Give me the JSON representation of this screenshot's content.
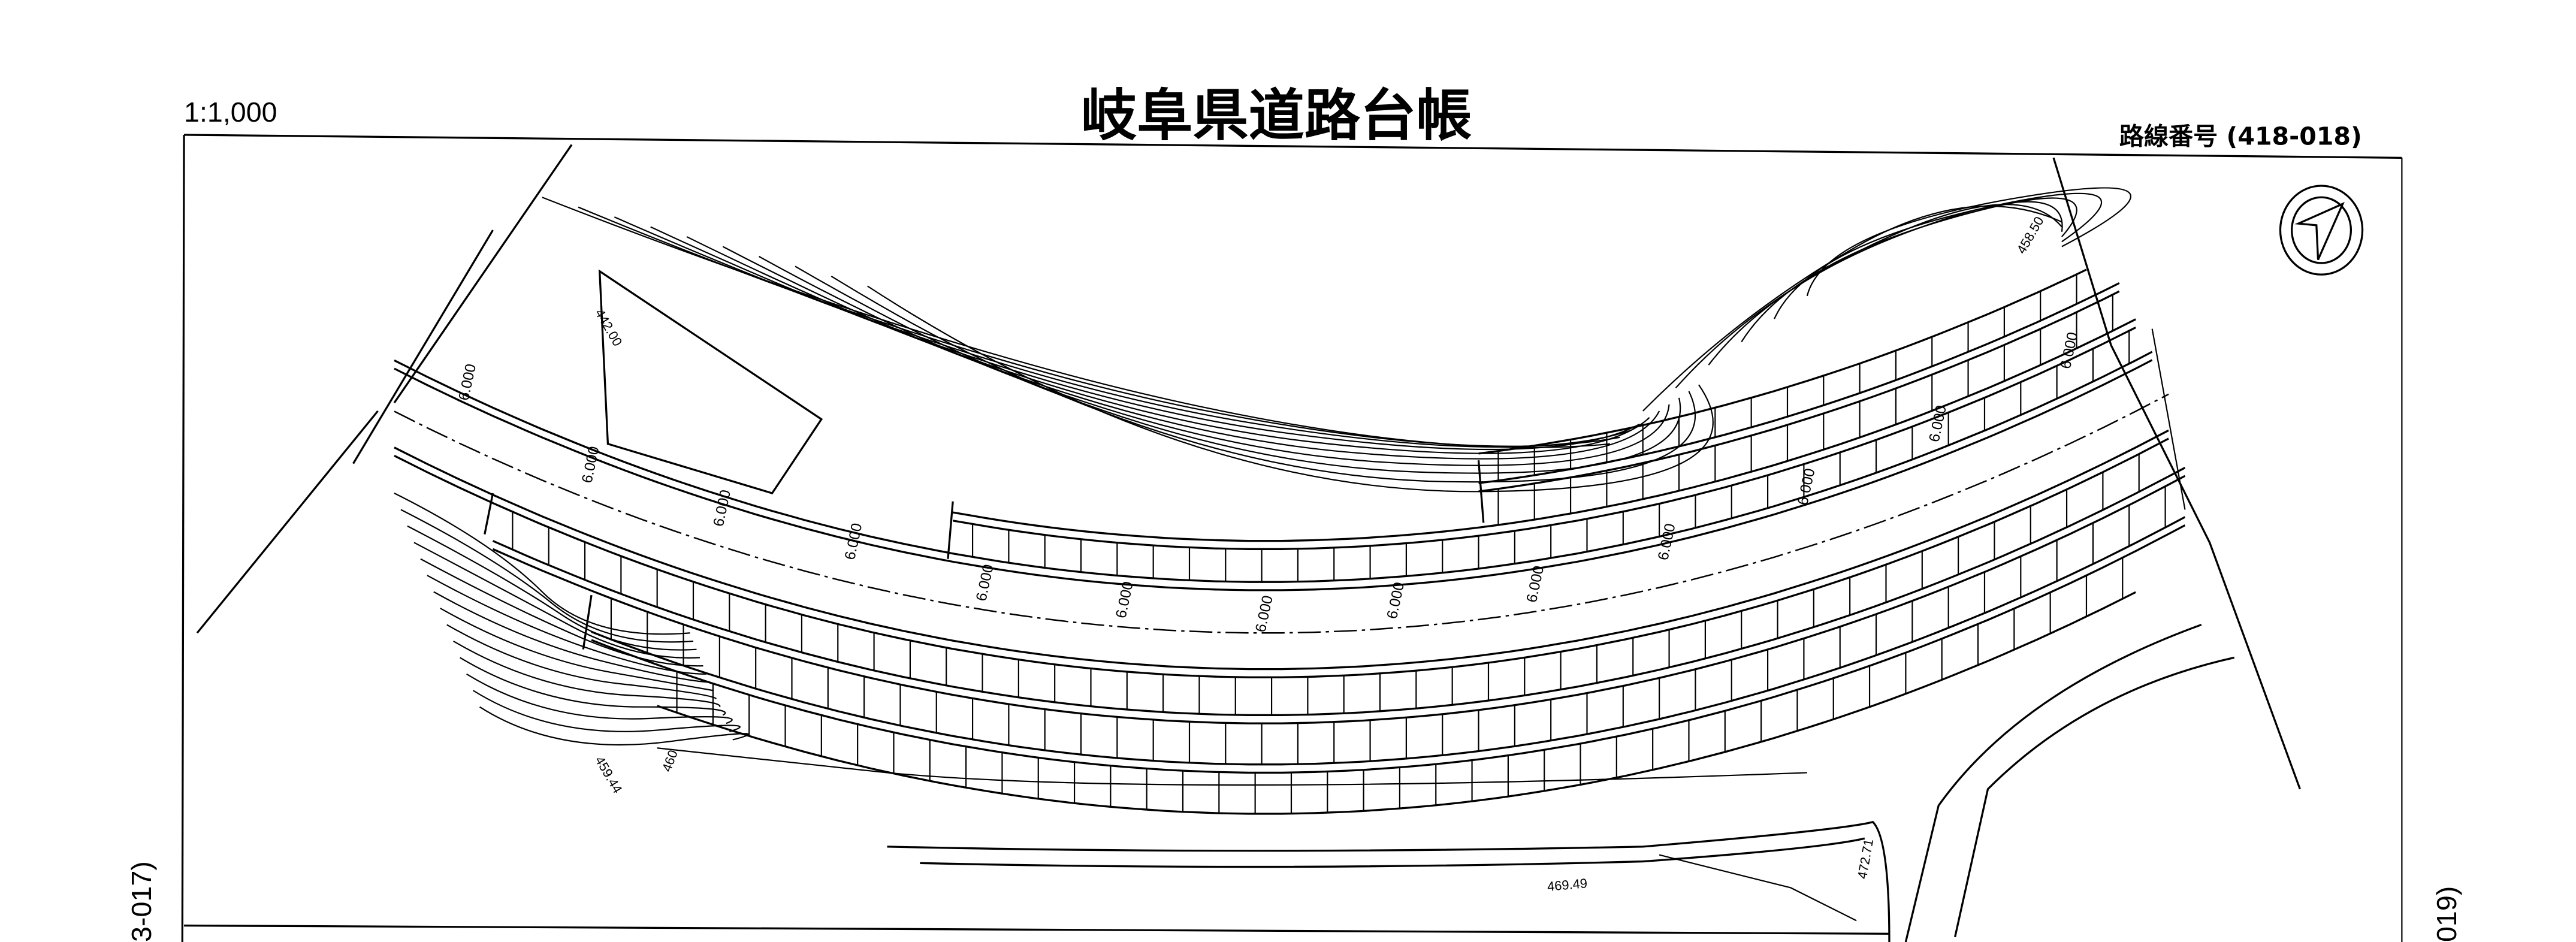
{
  "header": {
    "scale": "1:1,000",
    "title": "岐阜県道路台帳",
    "route_number": "路線番号 (418-018)"
  },
  "side_labels": {
    "left": "3-017)",
    "right": "019)"
  },
  "elevations": [
    "442.00",
    "458.50",
    "459.44",
    "469.49",
    "472.71",
    "460"
  ],
  "road_widths": [
    "6.000",
    "6.000",
    "6.000",
    "6.000",
    "6.000",
    "6.000",
    "6.000",
    "6.000",
    "6.000",
    "6.000",
    "6.000",
    "6.000",
    "6.000"
  ],
  "map_symbols": {
    "north_arrow": "north-arrow-icon"
  }
}
